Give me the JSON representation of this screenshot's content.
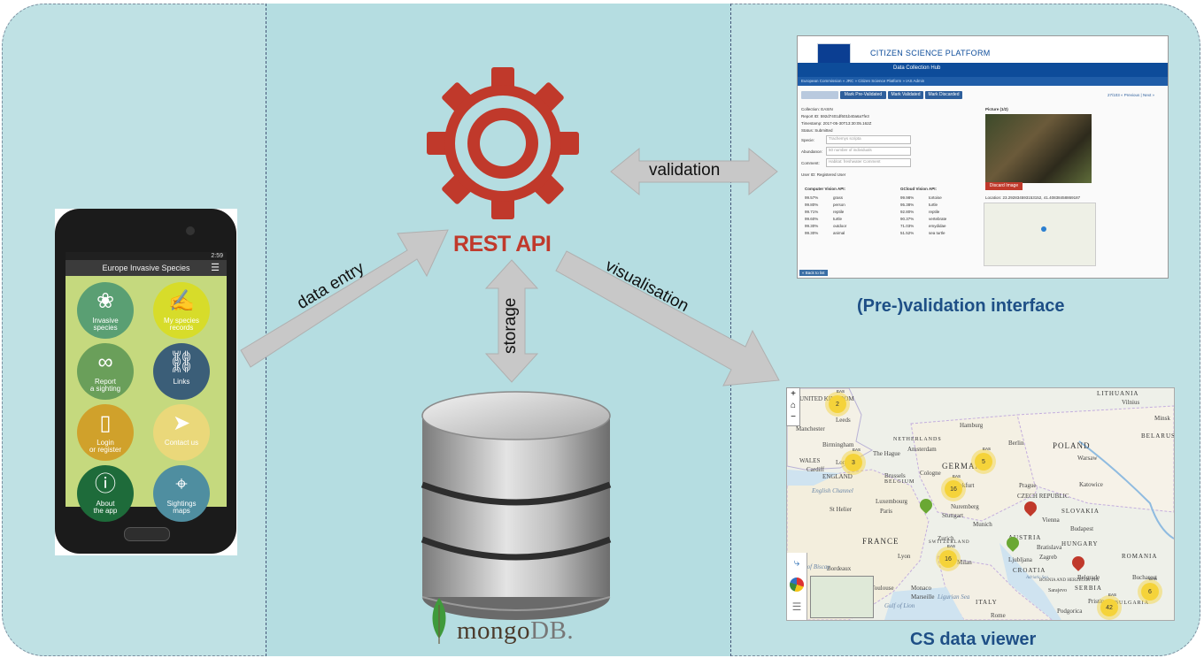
{
  "center": {
    "rest_api_label": "REST API",
    "database_logo_text": "mongo",
    "database_logo_suffix": "DB."
  },
  "arrows": {
    "data_entry": "data entry",
    "validation": "validation",
    "storage": "storage",
    "visualisation": "visualisation"
  },
  "captions": {
    "validation_interface": "(Pre-)validation interface",
    "data_viewer": "CS data viewer"
  },
  "mobile_app": {
    "title": "Europe Invasive Species",
    "status_time": "2:59",
    "tiles": [
      {
        "label1": "Invasive",
        "label2": "species",
        "color": "#5a9f73",
        "icon": "dots-icon"
      },
      {
        "label1": "My species",
        "label2": "records",
        "color": "#d7dc2a",
        "icon": "clipboard-icon"
      },
      {
        "label1": "Report",
        "label2": "a sighting",
        "color": "#6a9f5a",
        "icon": "binoculars-icon"
      },
      {
        "label1": "Links",
        "label2": "",
        "color": "#3b5e78",
        "icon": "link-icon"
      },
      {
        "label1": "Login",
        "label2": "or register",
        "color": "#d0a12b",
        "icon": "phone-icon"
      },
      {
        "label1": "Contact us",
        "label2": "",
        "color": "#ead87a",
        "icon": "paper-plane-icon"
      },
      {
        "label1": "About",
        "label2": "the app",
        "color": "#1e6b3a",
        "icon": "info-phone-icon"
      },
      {
        "label1": "Sightings",
        "label2": "maps",
        "color": "#4f8ea0",
        "icon": "map-pin-icon"
      }
    ]
  },
  "validation_ui": {
    "platform_title": "CITIZEN SCIENCE PLATFORM",
    "hub_title": "Data Collection Hub",
    "breadcrumb": "European Commission  »  JRC  »  Citizen Science Platform  »  IAS Admin",
    "buttons": [
      "Mark Pre-Validated",
      "Mark Validated",
      "Mark Discarded"
    ],
    "paging": "27/103   « Previous | Next »",
    "fields": [
      "Collection: EASIN",
      "Report ID: 592d7401df601b40a6a7fe3",
      "Timestamp: 2017-05-30T13:30:05.162Z",
      "Status: Submitted"
    ],
    "form_labels": [
      "Specie:",
      "Abundance:",
      "Comment:"
    ],
    "form_values": [
      "Trachemys scripta",
      "50 number of individuals",
      "Habitat: freshwater Comment"
    ],
    "user_id": "User ID: Registered User",
    "picture_label": "Picture (1/2)",
    "discard_button": "Discard Image",
    "location": "Location: 23.292834593153152, 41.40838458869187",
    "vision_headers": [
      "Computer Vision API:",
      "GCloud Vision API:"
    ],
    "vision_rows": [
      [
        "99.57%",
        "grass",
        "99.98%",
        "tortoise"
      ],
      [
        "99.80%",
        "person",
        "95.38%",
        "turtle"
      ],
      [
        "99.71%",
        "reptile",
        "92.80%",
        "reptile"
      ],
      [
        "99.60%",
        "turtle",
        "90.37%",
        "vertebrate"
      ],
      [
        "99.30%",
        "outdoor",
        "71.03%",
        "emydidae"
      ],
      [
        "99.30%",
        "animal",
        "51.52%",
        "sea turtle"
      ]
    ],
    "back_button": "« Back to list"
  },
  "map_viewer": {
    "countries": [
      "FRANCE",
      "POLAND",
      "GERMANY",
      "CZECH REPUBLIC",
      "SLOVAKIA",
      "AUSTRIA",
      "HUNGARY",
      "ROMANIA",
      "CROATIA",
      "SERBIA",
      "ITALY",
      "BELGIUM",
      "NETHERLANDS",
      "BELARUS",
      "BULGARIA",
      "SWITZERLAND",
      "LITHUANIA",
      "UNITED KINGDOM",
      "WALES",
      "ENGLAND",
      "BOSNIA AND HERZEGOVINA"
    ],
    "cities": [
      "Leeds",
      "Manchester",
      "Birmingham",
      "London",
      "Cardiff",
      "The Hague",
      "Amsterdam",
      "Hamburg",
      "Berlin",
      "Warsaw",
      "Cologne",
      "Brussels",
      "Frankfurt",
      "Prague",
      "Katowice",
      "Luxembourg",
      "Nuremberg",
      "Stuttgart",
      "Paris",
      "St Helier",
      "Munich",
      "Vienna",
      "Bratislava",
      "Budapest",
      "Zurich",
      "Lyon",
      "Milan",
      "Ljubljana",
      "Zagreb",
      "Belgrade",
      "Bordeaux",
      "Toulouse",
      "Monaco",
      "Marseille",
      "Sarajevo",
      "Bucharest",
      "Pristina",
      "Podgorica",
      "Vilnius",
      "Minsk",
      "Rome"
    ],
    "clusters": [
      2,
      3,
      5,
      16,
      16,
      42,
      6
    ],
    "cluster_tag": "EAS",
    "sea_labels": [
      "English Channel",
      "Bay of Biscay",
      "Gulf of Lion",
      "Ligurian Sea",
      "Adriatic Sea"
    ]
  }
}
